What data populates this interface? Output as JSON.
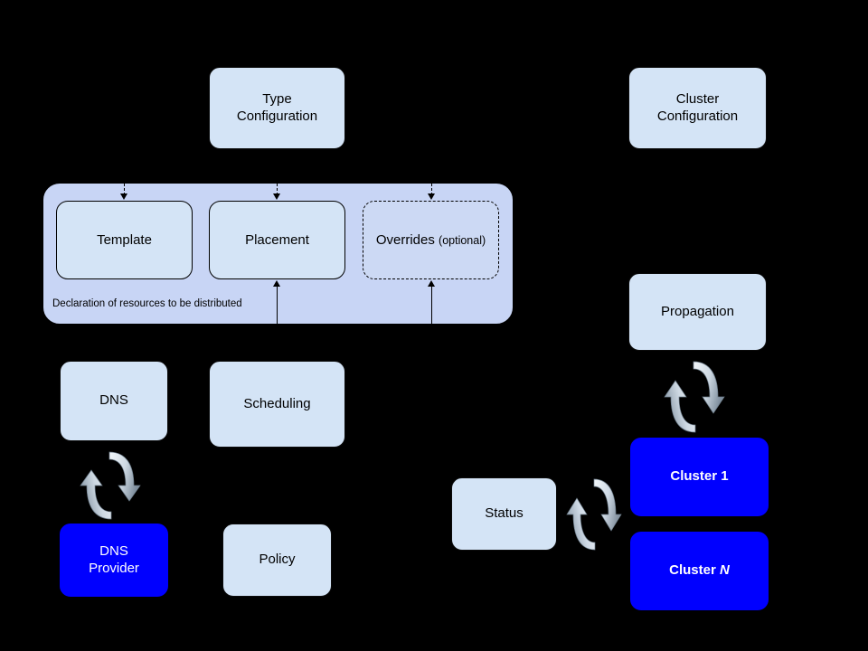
{
  "diagram": {
    "title": "Kubernetes Federation resource distribution diagram",
    "background": "#000000",
    "colors": {
      "card_fill": "#d4e4f6",
      "container_fill": "#c8d5f5",
      "cluster_fill": "#0000ff",
      "cluster_text": "#ffffff",
      "stroke": "#000000",
      "sync_arrow_light": "#e8eef5",
      "sync_arrow_dark": "#8a9aa8"
    },
    "nodes": {
      "type_configuration": {
        "label_line1": "Type",
        "label_line2": "Configuration"
      },
      "cluster_configuration": {
        "label_line1": "Cluster",
        "label_line2": "Configuration"
      },
      "template": {
        "label": "Template"
      },
      "placement": {
        "label": "Placement"
      },
      "overrides": {
        "label": "Overrides",
        "sublabel": "(optional)"
      },
      "container_caption": {
        "label": "Declaration of resources to be distributed"
      },
      "dns": {
        "label": "DNS"
      },
      "dns_provider": {
        "label_line1": "DNS",
        "label_line2": "Provider"
      },
      "scheduling": {
        "label": "Scheduling"
      },
      "policy": {
        "label": "Policy"
      },
      "propagation": {
        "label": "Propagation"
      },
      "status": {
        "label": "Status"
      },
      "cluster_1": {
        "label_prefix": "Cluster ",
        "label_suffix": "1"
      },
      "cluster_n": {
        "label_prefix": "Cluster ",
        "label_suffix": "N"
      }
    },
    "icons": {
      "sync_dns": "sync-arrows-icon",
      "sync_propagation": "sync-arrows-icon",
      "sync_status": "sync-arrows-icon"
    },
    "connectors": [
      {
        "name": "type-config-to-template",
        "style": "dashed",
        "direction": "down"
      },
      {
        "name": "type-config-to-placement",
        "style": "dashed",
        "direction": "down"
      },
      {
        "name": "type-config-to-overrides",
        "style": "dashed",
        "direction": "down"
      },
      {
        "name": "below-to-placement",
        "style": "solid",
        "direction": "up"
      },
      {
        "name": "below-to-overrides",
        "style": "solid",
        "direction": "up"
      }
    ]
  }
}
